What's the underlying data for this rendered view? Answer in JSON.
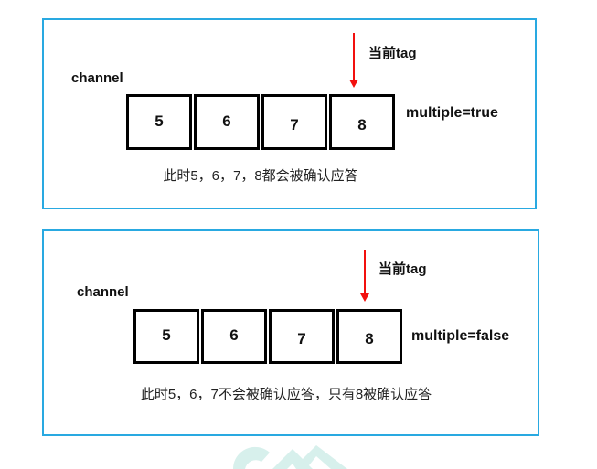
{
  "colors": {
    "panel_border": "#29a9e1",
    "box_border": "#000000",
    "arrow_red": "#f2100e",
    "watermark_teal": "#d7f0ec"
  },
  "panels": [
    {
      "channel_label": "channel",
      "arrow_label": "当前tag",
      "cells": [
        "5",
        "6",
        "7",
        "8"
      ],
      "multiple_label": "multiple=true",
      "caption": "此时5，6，7，8都会被确认应答"
    },
    {
      "channel_label": "channel",
      "arrow_label": "当前tag",
      "cells": [
        "5",
        "6",
        "7",
        "8"
      ],
      "multiple_label": "multiple=false",
      "caption": "此时5，6，7不会被确认应答，只有8被确认应答"
    }
  ]
}
